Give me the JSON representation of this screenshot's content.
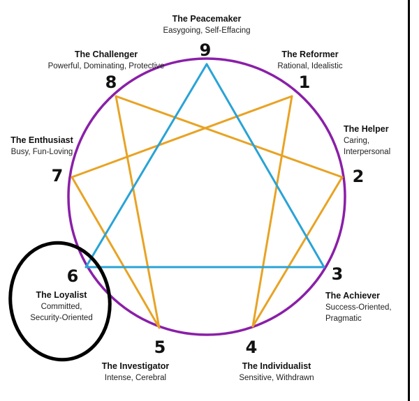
{
  "colors": {
    "circle": "#8a1fa8",
    "triangle": "#29a3d6",
    "hexad": "#e8a324",
    "handdrawn_circle": "#000000"
  },
  "points": [
    {
      "number": "9",
      "title": "The Peacemaker",
      "subtitle": [
        "Easygoing, Self-Effacing"
      ]
    },
    {
      "number": "1",
      "title": "The Reformer",
      "subtitle": [
        "Rational, Idealistic"
      ]
    },
    {
      "number": "2",
      "title": "The Helper",
      "subtitle": [
        "Caring,",
        "Interpersonal"
      ]
    },
    {
      "number": "3",
      "title": "The Achiever",
      "subtitle": [
        "Success-Oriented,",
        "Pragmatic"
      ]
    },
    {
      "number": "4",
      "title": "The Individualist",
      "subtitle": [
        "Sensitive, Withdrawn"
      ]
    },
    {
      "number": "5",
      "title": "The Investigator",
      "subtitle": [
        "Intense, Cerebral"
      ]
    },
    {
      "number": "6",
      "title": "The Loyalist",
      "subtitle": [
        "Committed,",
        "Security-Oriented"
      ]
    },
    {
      "number": "7",
      "title": "The Enthusiast",
      "subtitle": [
        "Busy, Fun-Loving"
      ]
    },
    {
      "number": "8",
      "title": "The Challenger",
      "subtitle": [
        "Powerful, Dominating, Protective"
      ]
    }
  ],
  "connections": {
    "triangle": [
      "9",
      "3",
      "6"
    ],
    "hexad": [
      "1",
      "4",
      "2",
      "8",
      "5",
      "7"
    ]
  },
  "highlighted_point": "6"
}
